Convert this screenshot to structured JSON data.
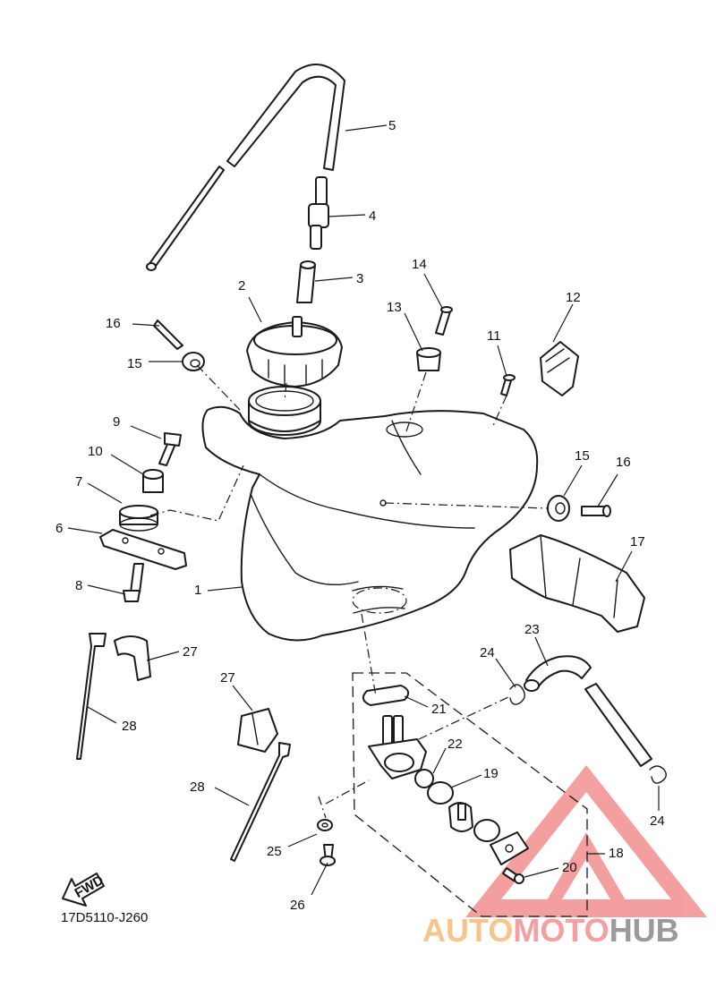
{
  "diagram_code": "17D5110-J260",
  "fwd_label": "FWD",
  "watermark": {
    "part1": "AUTO",
    "part2": "MOTO",
    "part3": "HUB",
    "color1": "#f7c48a",
    "color2": "#f2a0a0",
    "color3": "#9a9a9a",
    "triangle_color": "#f08080"
  },
  "callouts": [
    "1",
    "2",
    "3",
    "4",
    "5",
    "6",
    "7",
    "8",
    "9",
    "10",
    "11",
    "12",
    "13",
    "14",
    "15",
    "15",
    "16",
    "16",
    "17",
    "18",
    "19",
    "20",
    "21",
    "22",
    "23",
    "24",
    "24",
    "25",
    "26",
    "27",
    "27",
    "28",
    "28"
  ]
}
